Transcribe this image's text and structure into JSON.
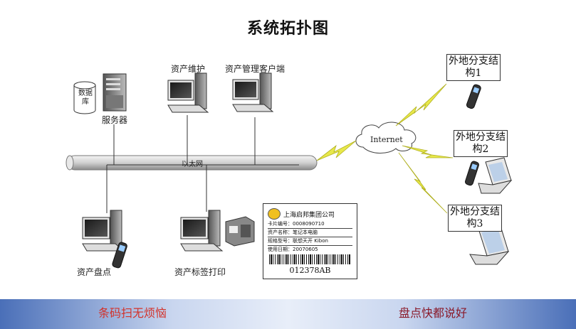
{
  "title": "系统拓扑图",
  "nodes": {
    "database": "数据库",
    "server": "服务器",
    "asset_maintenance": "资产维护",
    "asset_client": "资产管理客户端",
    "ethernet": "以太网",
    "internet": "Internet",
    "inventory": "资产盘点",
    "label_print": "资产标签打印"
  },
  "branches": [
    {
      "label": "外地分支结构1"
    },
    {
      "label": "外地分支结构2"
    },
    {
      "label": "外地分支结构3"
    }
  ],
  "asset_card": {
    "company": "上海启邦集团公司",
    "rows": [
      "卡片编号：0008090710",
      "资产名称：笔记本电脑",
      "规格型号：联想天开 Kibon",
      "使用日期：20070605"
    ],
    "barcode_number": "012378AB"
  },
  "footer": {
    "slogan_left": "条码扫无烦恼",
    "slogan_right": "盘点快都说好",
    "slogan_left_color": "#d3322a",
    "slogan_right_color": "#8a1a2a"
  },
  "colors": {
    "lightning": "#e8e84a",
    "cable": "#d8d8d8"
  }
}
